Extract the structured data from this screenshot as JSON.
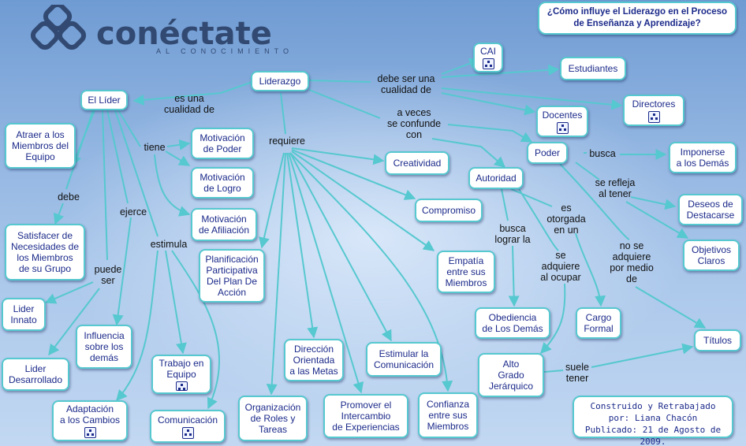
{
  "logo": {
    "brand": "conéctate",
    "tagline": "AL CONOCIMIENTO"
  },
  "question": "¿Cómo influye el Liderazgo en el Proceso de Enseñanza y Aprendizaje?",
  "credits": {
    "line1": "Construido y Retrabajado",
    "line2": "por: Liana Chacón",
    "line3": "Publicado: 21 de Agosto de 2009."
  },
  "nodes": {
    "liderazgo": "Liderazgo",
    "el_lider": "El Líder",
    "cai": "CAI",
    "estudiantes": "Estudiantes",
    "directores": "Directores",
    "docentes": "Docentes",
    "poder": "Poder",
    "autoridad": "Autoridad",
    "creatividad": "Creatividad",
    "compromiso": "Compromiso",
    "empatia": "Empatía\nentre sus\nMiembros",
    "motivacion_poder": "Motivación\nde Poder",
    "motivacion_logro": "Motivación\nde Logro",
    "motivacion_afiliacion": "Motivación\nde Afiliación",
    "atraer": "Atraer a los\nMiembros del\nEquipo",
    "satisfacer": "Satisfacer de\nNecesidades de\nlos Miembros\nde su Grupo",
    "lider_innato": "Lider\nInnato",
    "lider_desarrollado": "Lider\nDesarrollado",
    "influencia": "Influencia\nsobre los\ndemás",
    "planificacion": "Planificación\nParticipativa\nDel Plan De\nAcción",
    "trabajo_equipo": "Trabajo en\nEquipo",
    "comunicacion": "Comunicación",
    "adaptacion": "Adaptación\na los Cambios",
    "organizacion": "Organización\nde Roles y\nTareas",
    "direccion": "Dirección\nOrientada\na las Metas",
    "promover": "Promover el\nIntercambio\nde Experiencias",
    "estimular": "Estimular la\nComunicación",
    "confianza": "Confianza\nentre sus\nMiembros",
    "obediencia": "Obediencia\nde Los Demás",
    "cargo_formal": "Cargo\nFormal",
    "alto_grado": "Alto\nGrado\nJerárquico",
    "titulos": "Títulos",
    "imponerse": "Imponerse\na los Demás",
    "deseos": "Deseos de\nDestacarse",
    "objetivos": "Objetivos\nClaros"
  },
  "labels": {
    "es_una_cualidad": "es una\ncualidad de",
    "debe_ser": "debe ser una\ncualidad de",
    "a_veces": "a veces\nse confunde\ncon",
    "requiere": "requiere",
    "tiene": "tiene",
    "debe": "debe",
    "ejerce": "ejerce",
    "estimula": "estimula",
    "puede_ser": "puede\nser",
    "busca": "busca",
    "se_refleja": "se refleja\nal tener",
    "es_otorgada": "es\notorgada\nen un",
    "busca_lograr": "busca\nlograr la",
    "se_adquiere": "se\nadquiere\nal ocupar",
    "no_se_adquiere": "no se\nadquiere\npor medio\nde",
    "suele_tener": "suele\ntener"
  }
}
